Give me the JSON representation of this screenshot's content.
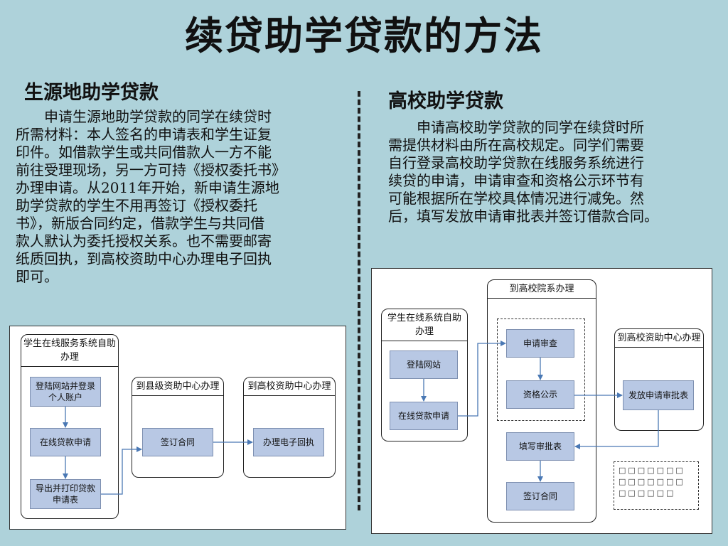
{
  "title": "续贷助学贷款的方法",
  "left": {
    "heading": "生源地助学贷款",
    "lines": [
      "　　申请生源地助学贷款的同学在续贷时",
      "所需材料：本人签名的申请表和学生证复",
      "印件。如借款学生或共同借款人一方不能",
      "前往受理现场，另一方可持《授权委托书》",
      "办理申请。从2011年开始，新申请生源地",
      "助学贷款的学生不用再签订《授权委托",
      "书》，新版合同约定，借款学生与共同借",
      "款人默认为委托授权关系。也不需要邮寄",
      "纸质回执，到高校资助中心办理电子回执",
      "即可。"
    ],
    "flow": {
      "lane1_title": "学生在线服务系统自助办理",
      "step1": "登陆网站并登录个人账户",
      "step2": "在线贷款申请",
      "step3": "导出并打印贷款申请表",
      "lane2_title": "到县级资助中心办理",
      "step4": "签订合同",
      "lane3_title": "到高校资助中心办理",
      "step5": "办理电子回执"
    }
  },
  "right": {
    "heading": "高校助学贷款",
    "lines": [
      "　　申请高校助学贷款的同学在续贷时所",
      "需提供材料由所在高校规定。同学们需要",
      "自行登录高校助学贷款在线服务系统进行",
      "续贷的申请，申请审查和资格公示环节有",
      "可能根据所在学校具体情况进行减免。然",
      "后，填写发放申请审批表并签订借款合同。"
    ],
    "flow": {
      "lane1_title": "学生在线系统自助办理",
      "step1": "登陆网站",
      "step2": "在线贷款申请",
      "lane2_title": "到高校院系办理",
      "step3": "申请审查",
      "step4": "资格公示",
      "step5": "填写审批表",
      "step6": "签订合同",
      "lane3_title": "到高校资助中心办理",
      "step7": "发放申请审批表",
      "placeholder": "□□□□□□□ □□□□□□□ □□□□□□"
    }
  }
}
